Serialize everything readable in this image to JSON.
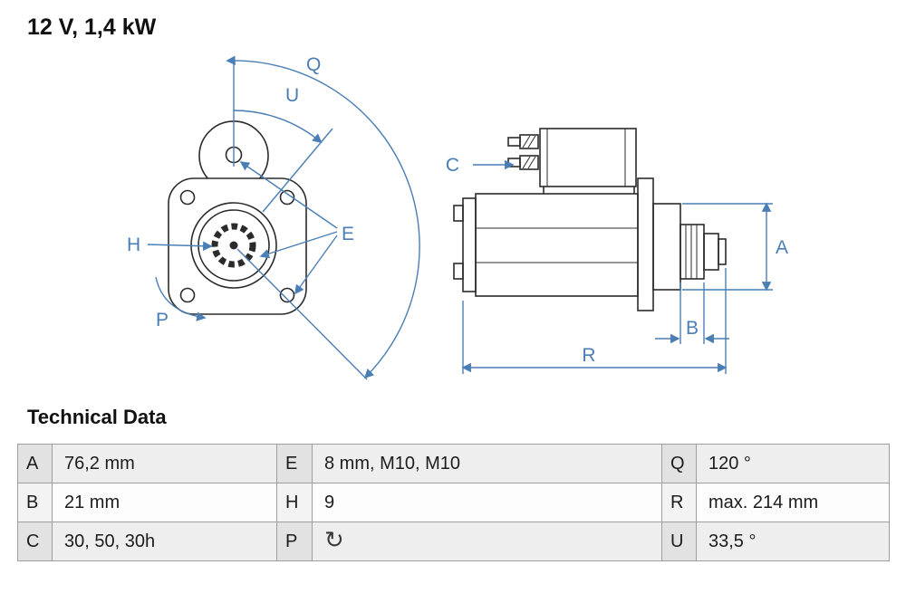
{
  "header": {
    "title": "12 V, 1,4 kW"
  },
  "drawing": {
    "description": "starter-motor technical drawing, front view and side view with dimension annotations",
    "accent_color": "#4a7eb5",
    "line_color": "#2b2b2b",
    "labels": {
      "q": "Q",
      "u": "U",
      "e": "E",
      "h": "H",
      "p": "P",
      "c": "C",
      "a": "A",
      "b": "B",
      "r": "R"
    }
  },
  "icons": {
    "rotation-cw-icon": "↻"
  },
  "technical_data": {
    "heading": "Technical Data",
    "rows": [
      [
        {
          "key": "A",
          "value": "76,2 mm"
        },
        {
          "key": "E",
          "value": "8 mm, M10, M10"
        },
        {
          "key": "Q",
          "value": "120 °"
        }
      ],
      [
        {
          "key": "B",
          "value": "21 mm"
        },
        {
          "key": "H",
          "value": "9"
        },
        {
          "key": "R",
          "value": "max. 214 mm"
        }
      ],
      [
        {
          "key": "C",
          "value": "30, 50, 30h"
        },
        {
          "key": "P",
          "value": "↻",
          "icon": "rotation-cw-icon"
        },
        {
          "key": "U",
          "value": "33,5 °"
        }
      ]
    ]
  }
}
